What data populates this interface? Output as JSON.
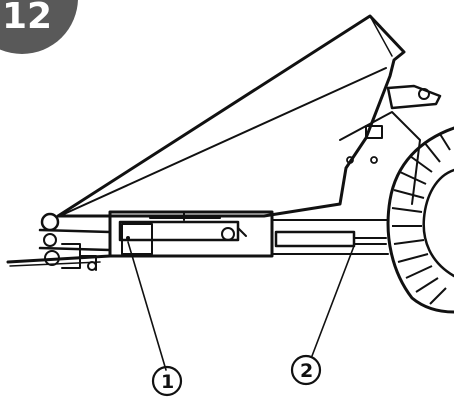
{
  "badge": {
    "step_number": "12",
    "color": "#595959"
  },
  "callouts": [
    {
      "id": "1",
      "label": "1"
    },
    {
      "id": "2",
      "label": "2"
    }
  ],
  "colors": {
    "ink": "#111111",
    "background": "#ffffff"
  }
}
